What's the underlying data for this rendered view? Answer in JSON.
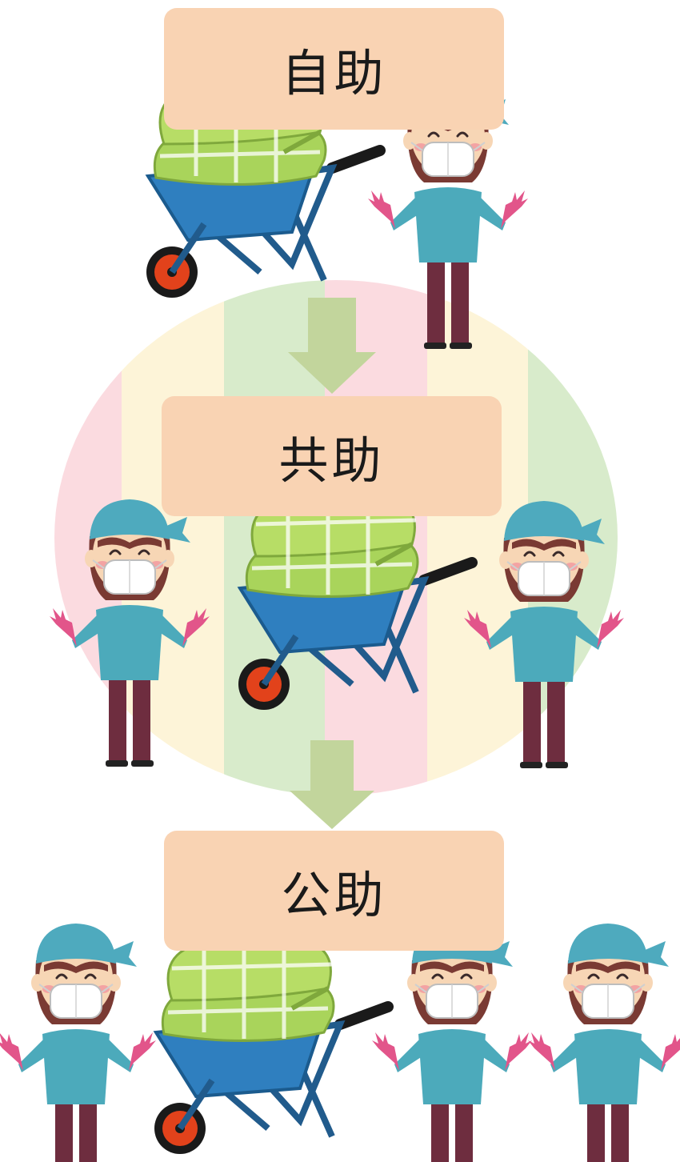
{
  "labels": {
    "self_help": "自助",
    "mutual_help": "共助",
    "public_help": "公助"
  },
  "colors": {
    "label_box": "#f9d3b3",
    "arrow": "#c2d59c",
    "stripe_pink": "#fbdbe0",
    "stripe_cream": "#fdf4d8",
    "stripe_green": "#d8ebcb",
    "bandana": "#4eaabe",
    "shirt": "#4caabb",
    "pants": "#6e2d3f",
    "glove": "#e2558a",
    "futon": "#a9d45b",
    "wheelbarrow": "#2f7fbf",
    "wheel": "#e2421b"
  },
  "icons": [
    "volunteer-worker-icon",
    "wheelbarrow-futon-icon",
    "down-arrow-icon"
  ]
}
